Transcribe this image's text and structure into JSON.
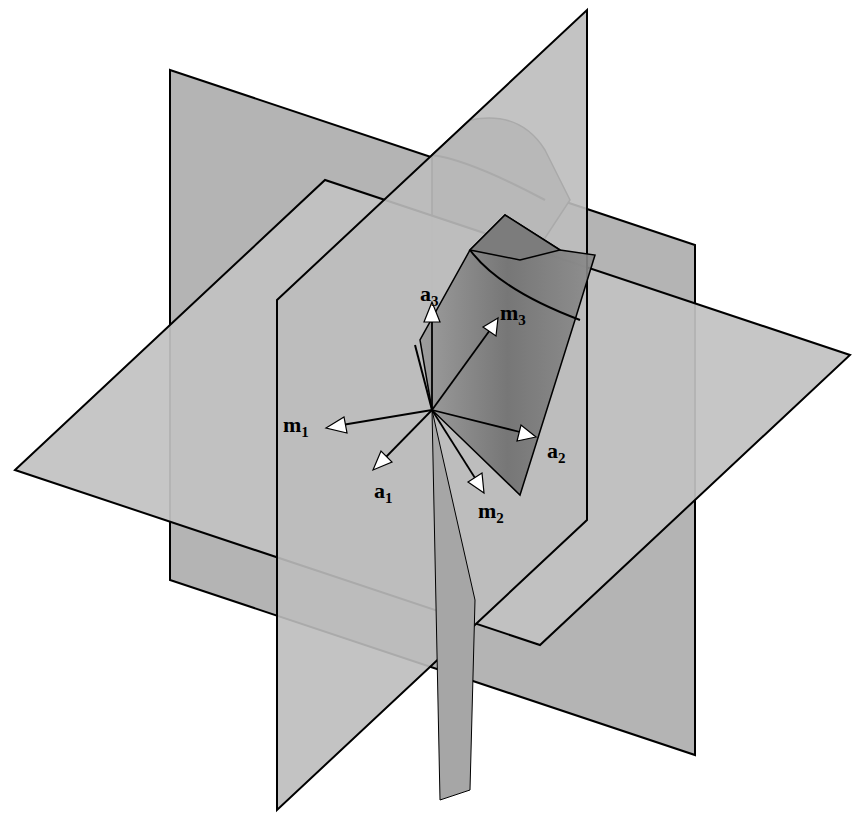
{
  "diagram": {
    "labels": [
      "a3",
      "m3",
      "m1",
      "a2",
      "a1",
      "m2"
    ]
  }
}
